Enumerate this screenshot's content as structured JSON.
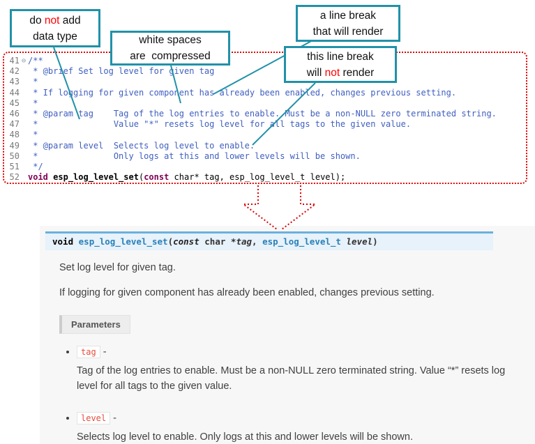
{
  "colors": {
    "callout_border_teal": "#2191a8",
    "annotation_red": "#e10000",
    "not_word_red": "#ff0000",
    "comment_blue": "#3F5FBF",
    "keyword_purple": "#7F0055",
    "line_number_gray": "#7a7a7a",
    "doc_background": "#f7f7f7",
    "signature_background": "#e7f2fa",
    "signature_border_blue": "#6ab0de",
    "signature_link_blue": "#2980b9",
    "param_literal_red": "#e74c3c",
    "doc_text": "#404040"
  },
  "callouts": {
    "no_datatype": {
      "l1_pre": "do ",
      "l1_red": "not",
      "l1_post": " add",
      "l2": "data type"
    },
    "whitespace": {
      "l1": "white spaces",
      "l2": "are  compressed"
    },
    "break_render": {
      "l1": "a line break",
      "l2": "that will render"
    },
    "break_norender": {
      "l1": "this line break",
      "l2_pre": "will ",
      "l2_red": "not",
      "l2_post": " render"
    }
  },
  "code": {
    "lines": [
      {
        "num": "41",
        "fold": "⊖",
        "segs": [
          {
            "t": "/**",
            "c": "cmt"
          }
        ]
      },
      {
        "num": "42",
        "fold": "",
        "segs": [
          {
            "t": " * @brief Set log level for given tag",
            "c": "cmt"
          }
        ]
      },
      {
        "num": "43",
        "fold": "",
        "segs": [
          {
            "t": " *",
            "c": "cmt"
          }
        ]
      },
      {
        "num": "44",
        "fold": "",
        "segs": [
          {
            "t": " * If logging for given component has already been enabled, changes previous setting.",
            "c": "cmt"
          }
        ]
      },
      {
        "num": "45",
        "fold": "",
        "segs": [
          {
            "t": " *",
            "c": "cmt"
          }
        ]
      },
      {
        "num": "46",
        "fold": "",
        "segs": [
          {
            "t": " * @param tag    Tag of the log entries to enable. Must be a non-NULL zero terminated string.",
            "c": "cmt"
          }
        ]
      },
      {
        "num": "47",
        "fold": "",
        "segs": [
          {
            "t": " *               Value \"*\" resets log level for all tags to the given value.",
            "c": "cmt"
          }
        ]
      },
      {
        "num": "48",
        "fold": "",
        "segs": [
          {
            "t": " *",
            "c": "cmt"
          }
        ]
      },
      {
        "num": "49",
        "fold": "",
        "segs": [
          {
            "t": " * @param level  Selects log level to enable.",
            "c": "cmt"
          }
        ]
      },
      {
        "num": "50",
        "fold": "",
        "segs": [
          {
            "t": " *               Only logs at this and lower levels will be shown.",
            "c": "cmt"
          }
        ]
      },
      {
        "num": "51",
        "fold": "",
        "segs": [
          {
            "t": " */",
            "c": "cmt"
          }
        ]
      },
      {
        "num": "52",
        "fold": "",
        "segs": [
          {
            "t": "void",
            "c": "kw"
          },
          {
            "t": " ",
            "c": ""
          },
          {
            "t": "esp_log_level_set",
            "c": "fn"
          },
          {
            "t": "(",
            "c": ""
          },
          {
            "t": "const",
            "c": "kw"
          },
          {
            "t": " char* tag, esp_log_level_t level);",
            "c": ""
          }
        ]
      }
    ]
  },
  "doc": {
    "signature": {
      "segs": [
        {
          "t": "void",
          "c": "sig-kw"
        },
        {
          "t": " ",
          "c": "sig-plain"
        },
        {
          "t": "esp_log_level_set",
          "c": "sig-name"
        },
        {
          "t": "(",
          "c": "sig-plain"
        },
        {
          "t": "const",
          "c": "sig-kw-i"
        },
        {
          "t": " char *",
          "c": "sig-plain"
        },
        {
          "t": "tag",
          "c": "sig-param"
        },
        {
          "t": ", ",
          "c": "sig-plain"
        },
        {
          "t": "esp_log_level_t",
          "c": "sig-type"
        },
        {
          "t": " ",
          "c": "sig-plain"
        },
        {
          "t": "level",
          "c": "sig-param"
        },
        {
          "t": ")",
          "c": "sig-plain"
        }
      ]
    },
    "para1": "Set log level for given tag.",
    "para2": "If logging for given component has already been enabled, changes previous setting.",
    "params_label": "Parameters",
    "params": [
      {
        "name": "tag",
        "dash": "-",
        "desc": "Tag of the log entries to enable. Must be a non-NULL zero terminated string. Value “*” resets log level for all tags to the given value."
      },
      {
        "name": "level",
        "dash": "-",
        "desc": "Selects log level to enable. Only logs at this and lower levels will be shown."
      }
    ]
  }
}
